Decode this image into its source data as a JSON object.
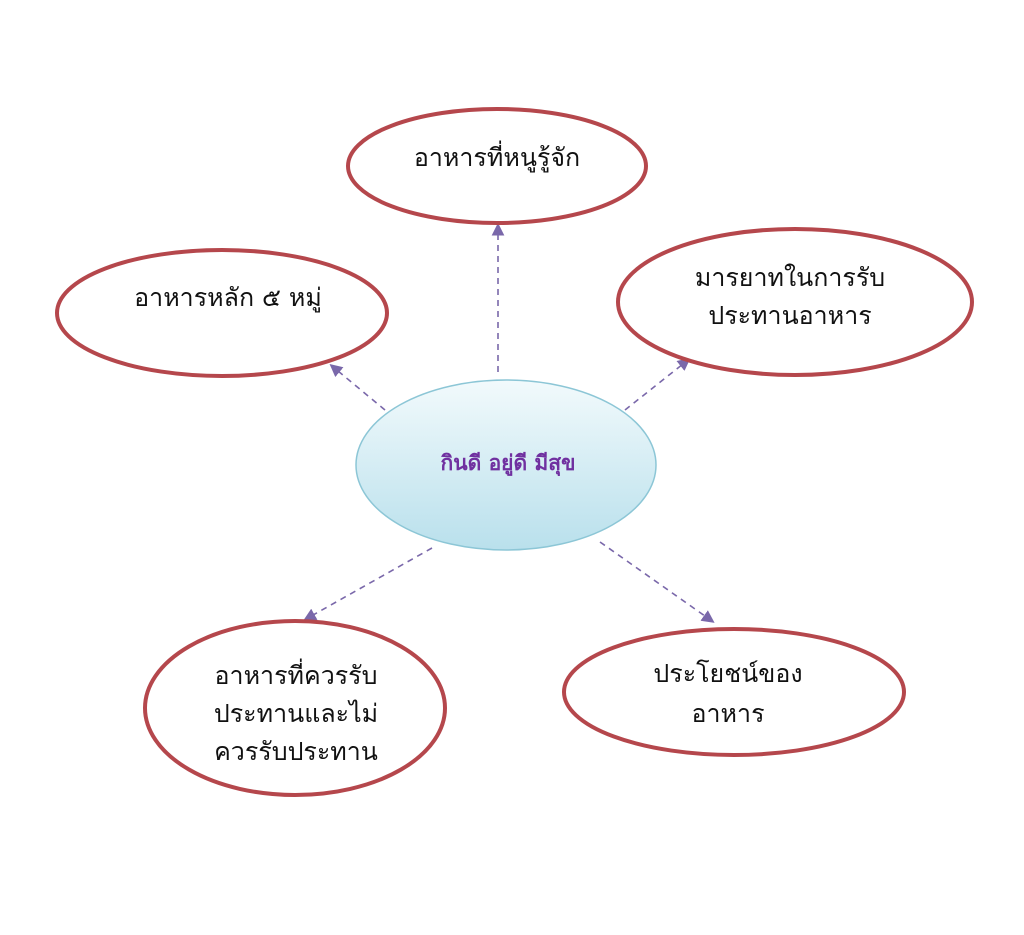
{
  "center": {
    "label": "กินดี อยู่ดี มีสุข"
  },
  "nodes": [
    {
      "id": "top",
      "lines": [
        "อาหารที่หนูรู้จัก"
      ]
    },
    {
      "id": "left",
      "lines": [
        "อาหารหลัก ๕ หมู่"
      ]
    },
    {
      "id": "right",
      "lines": [
        "มารยาทในการรับ",
        "ประทานอาหาร"
      ]
    },
    {
      "id": "bottom-left",
      "lines": [
        "อาหารที่ควรรับ",
        "ประทานและไม่",
        "ควรรับประทาน"
      ]
    },
    {
      "id": "bottom-right",
      "lines": [
        "ประโยชน์ของ",
        "อาหาร"
      ]
    }
  ],
  "colors": {
    "node_border": "#b5474c",
    "center_text": "#7030a0",
    "arrow": "#7a68aa",
    "center_fill_top": "#eef8fb",
    "center_fill_bottom": "#bfe3ee"
  }
}
